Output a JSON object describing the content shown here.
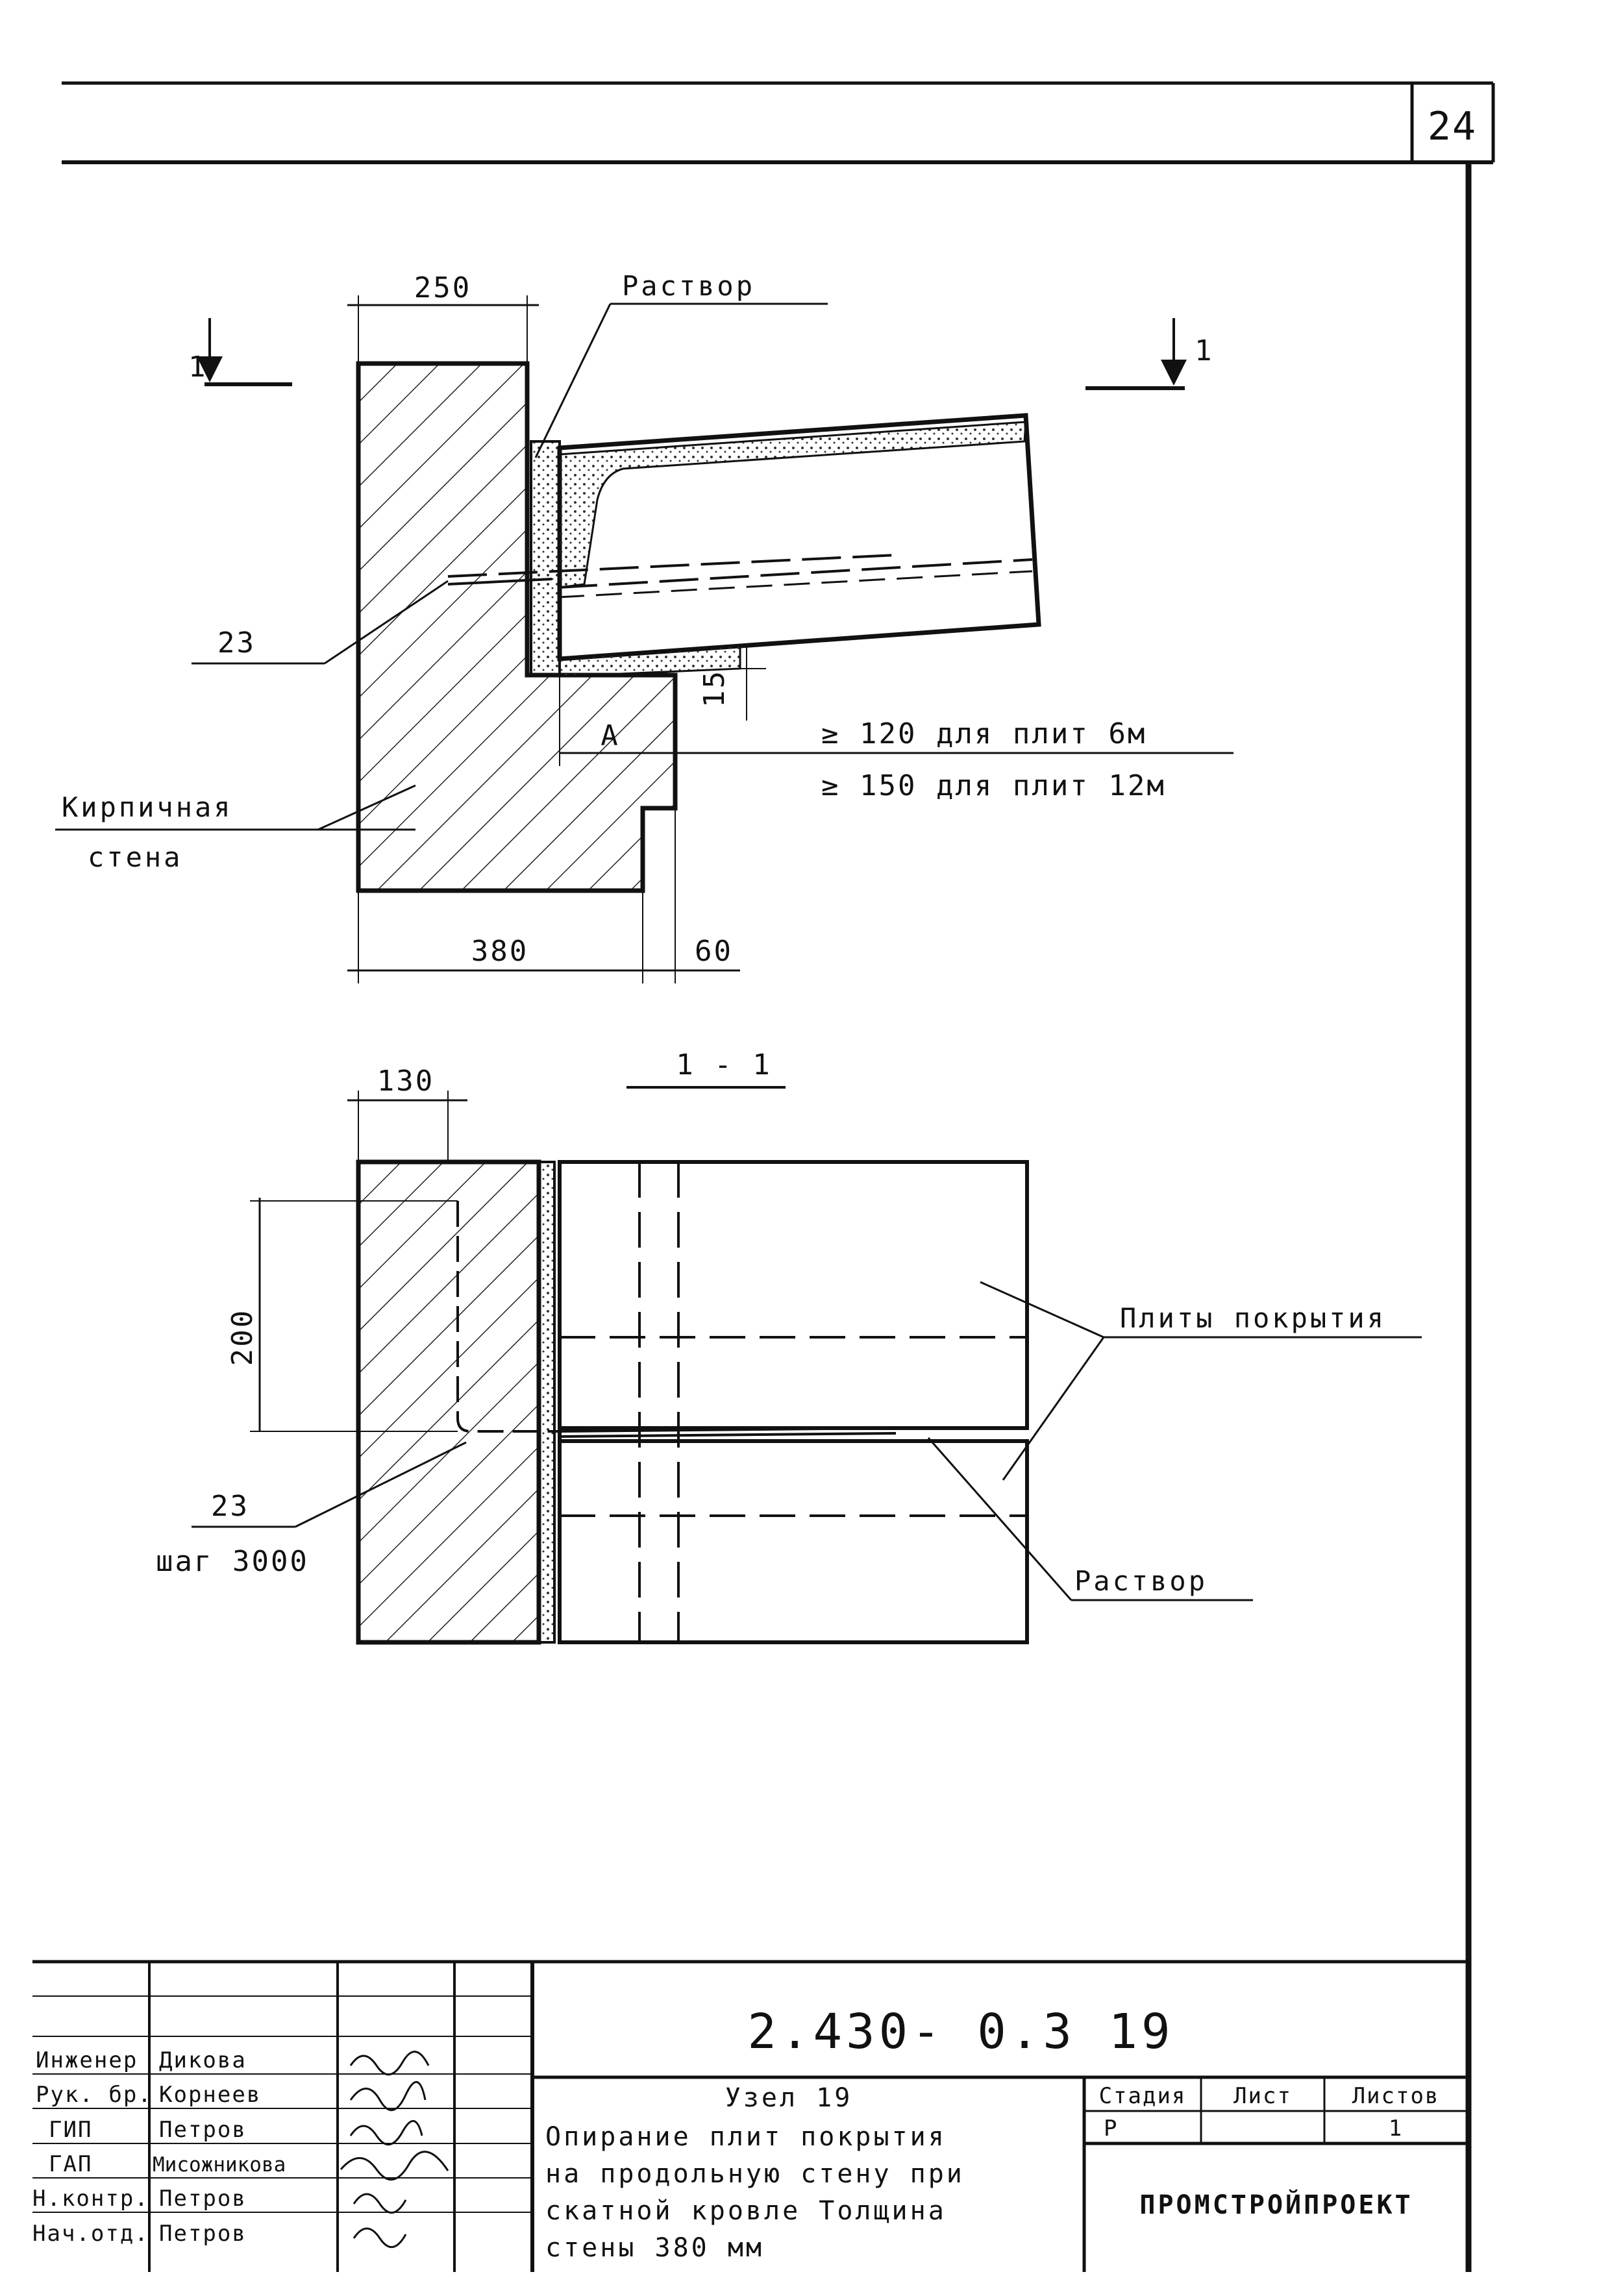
{
  "sheet": {
    "number": "24"
  },
  "plan": {
    "section_marker_left": "1",
    "section_marker_right": "1",
    "dim_250": "250",
    "label_mortar": "Раствор",
    "label_23": "23",
    "dim_15": "15",
    "label_A": "А",
    "note_line1": "≥ 120 для плит 6м",
    "note_line2": "≥ 150 для плит 12м",
    "wall_label_line1": "Кирпичная",
    "wall_label_line2": "стена",
    "dim_380": "380",
    "dim_60": "60"
  },
  "section": {
    "title": "1 - 1",
    "dim_130": "130",
    "dim_200": "200",
    "label_plates": "Плиты покрытия",
    "label_23": "23",
    "label_step": "шаг 3000",
    "label_mortar": "Раствор"
  },
  "title_block": {
    "designation": "2.430- 0.3 19",
    "node_title": "Узел 19",
    "description_line1": "Опирание плит покрытия",
    "description_line2": "на продольную стену при",
    "description_line3": "скатной кровле Толщина",
    "description_line4": "стены 380 мм",
    "header_stage": "Стадия",
    "header_sheet": "Лист",
    "header_sheets": "Листов",
    "stage_value": "Р",
    "sheet_value": "",
    "sheets_value": "1",
    "organization": "ПРОМСТРОЙПРОЕКТ",
    "staff": [
      {
        "role": "Инженер",
        "name": "Дикова"
      },
      {
        "role": "Рук. бр.",
        "name": "Корнеев"
      },
      {
        "role": "ГИП",
        "name": "Петров"
      },
      {
        "role": "ГАП",
        "name": "Мисожникова"
      },
      {
        "role": "Н.контр.",
        "name": "Петров"
      },
      {
        "role": "Нач.отд.",
        "name": "Петров"
      }
    ]
  }
}
